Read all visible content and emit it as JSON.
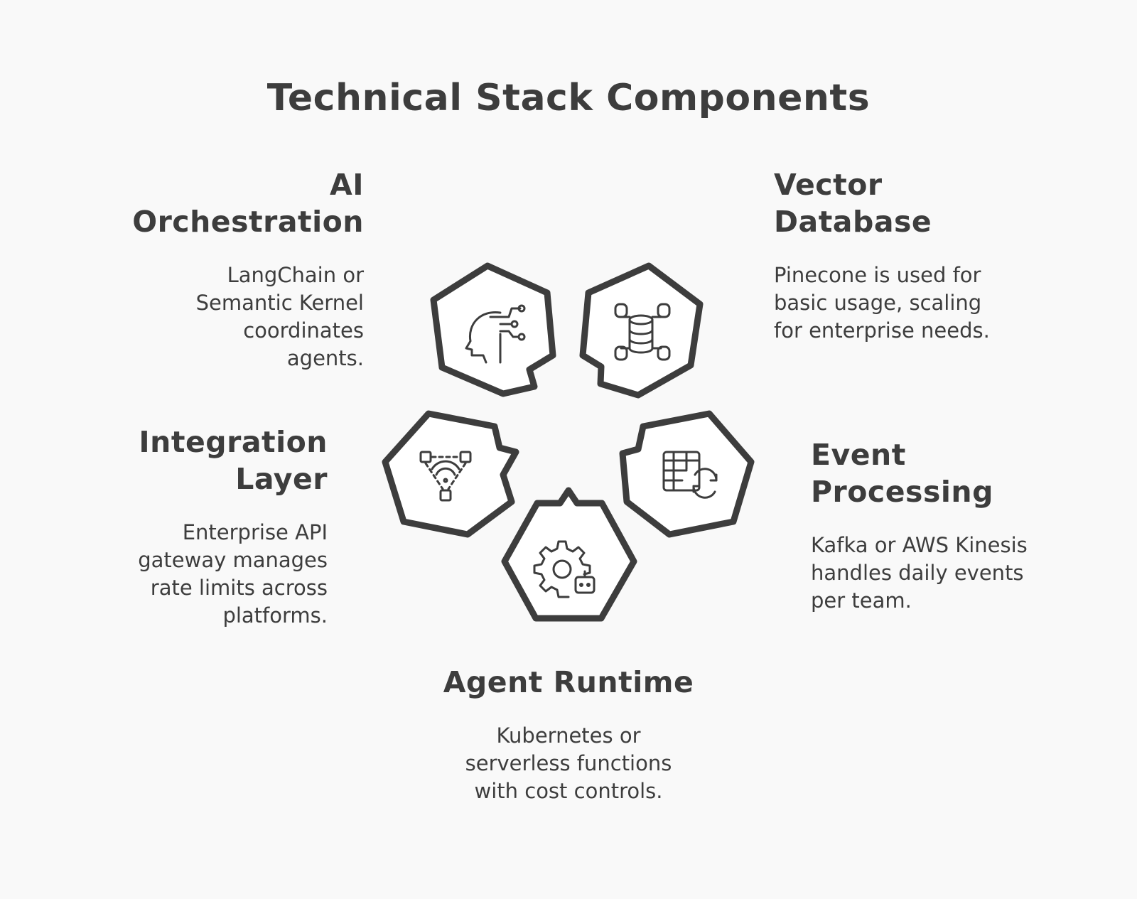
{
  "title": "Technical Stack Components",
  "components": [
    {
      "key": "ai-orchestration",
      "title_lines": [
        "AI",
        "Orchestration"
      ],
      "description": "LangChain or Semantic Kernel coordinates agents.",
      "icon": "ai-head-circuit-icon"
    },
    {
      "key": "vector-database",
      "title_lines": [
        "Vector",
        "Database"
      ],
      "description": "Pinecone is used for basic usage, scaling for enterprise needs.",
      "icon": "database-network-icon"
    },
    {
      "key": "integration-layer",
      "title_lines": [
        "Integration",
        "Layer"
      ],
      "description": "Enterprise API gateway manages rate limits across platforms.",
      "icon": "network-nodes-icon"
    },
    {
      "key": "event-processing",
      "title_lines": [
        "Event",
        "Processing"
      ],
      "description": "Kafka or AWS Kinesis handles daily events per team.",
      "icon": "table-sync-icon"
    },
    {
      "key": "agent-runtime",
      "title_lines": [
        "Agent Runtime"
      ],
      "description": "Kubernetes or serverless functions with cost controls.",
      "icon": "gear-robot-icon"
    }
  ],
  "colors": {
    "background": "#f9f9f9",
    "stroke": "#3d3d3d",
    "fill": "#ffffff"
  }
}
